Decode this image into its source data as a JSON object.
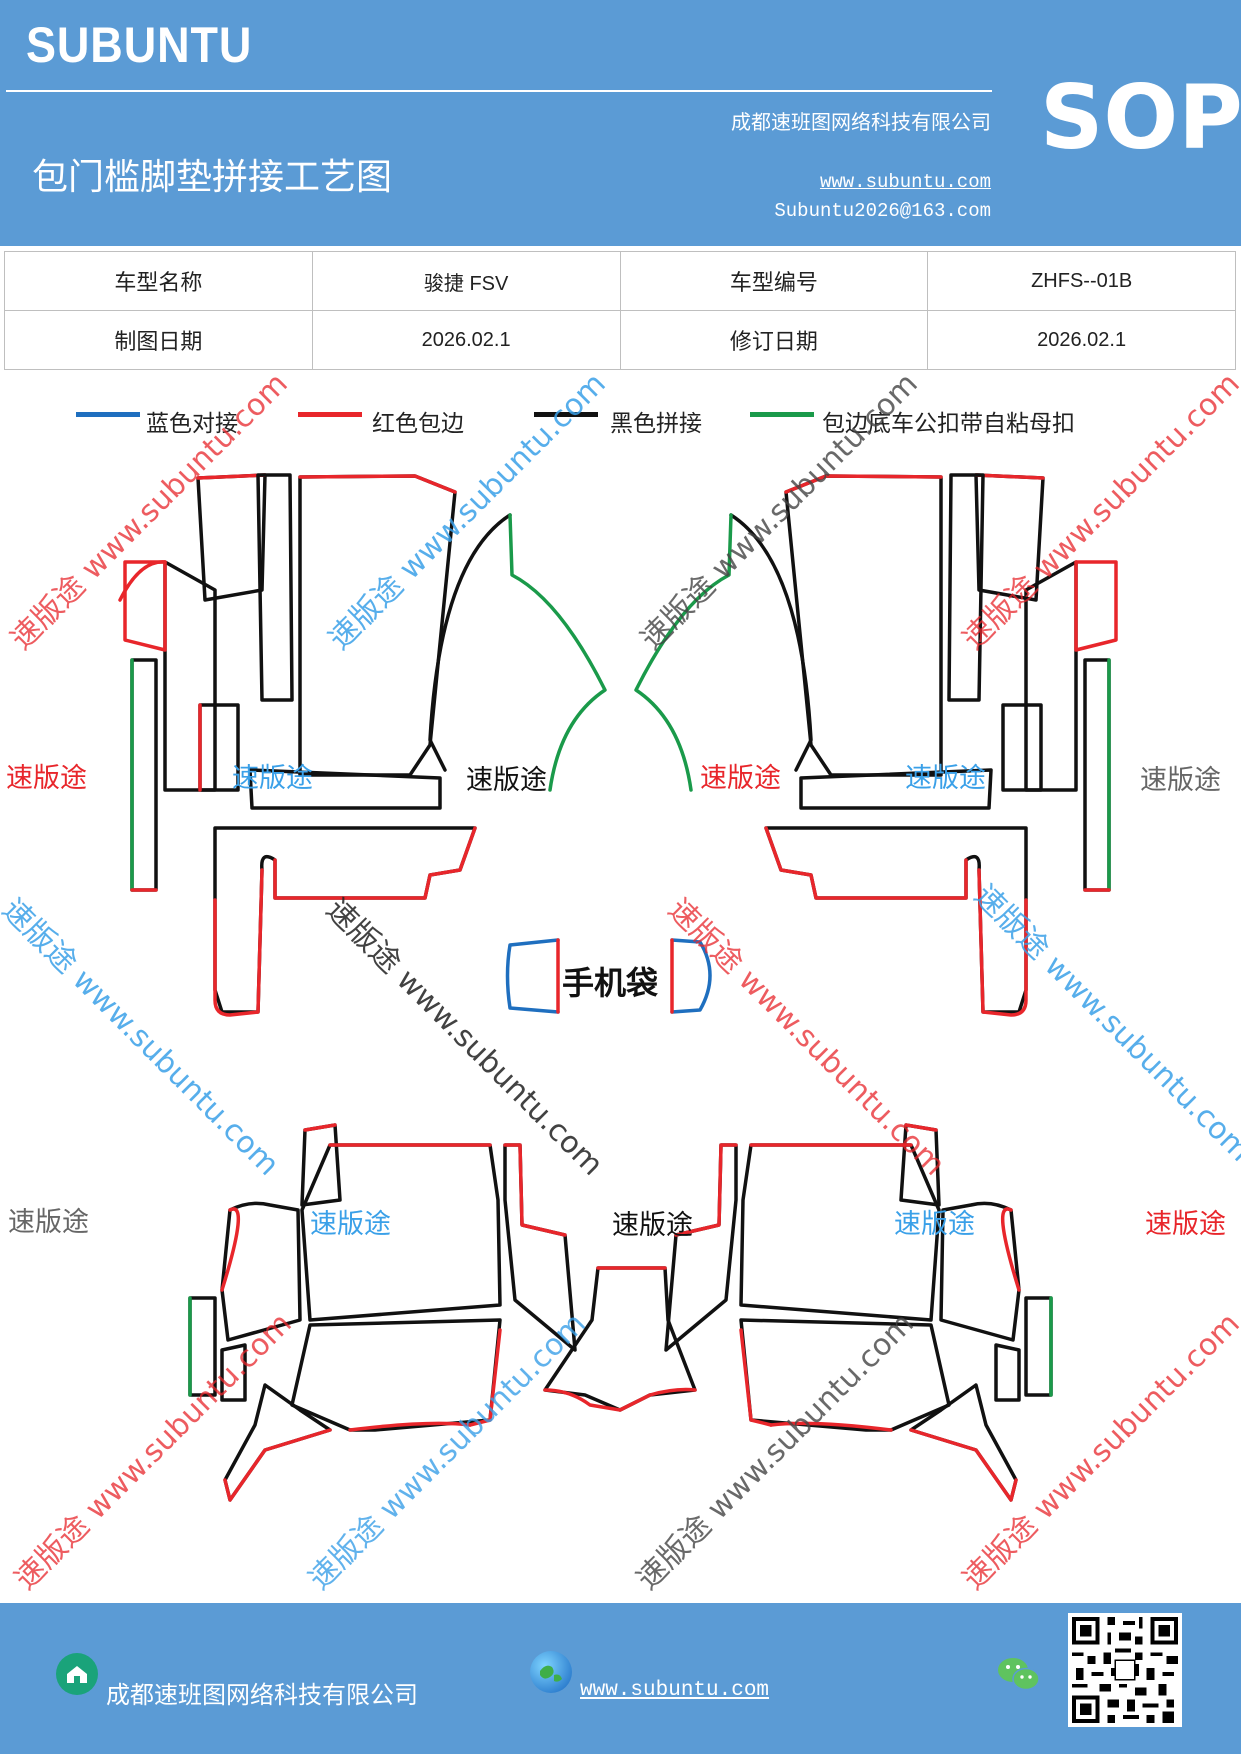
{
  "header": {
    "brand": "SUBUNTU",
    "doc_type": "SOP",
    "company": "成都速班图网络科技有限公司",
    "title": "包门槛脚垫拼接工艺图",
    "url": "www.subuntu.com",
    "email": "Subuntu2026@163.com"
  },
  "info_table": {
    "rows": [
      [
        "车型名称",
        "骏捷 FSV",
        "车型编号",
        "ZHFS--01B"
      ],
      [
        "制图日期",
        "2026.02.1",
        "修订日期",
        "2026.02.1"
      ]
    ]
  },
  "legend": [
    {
      "label": "蓝色对接",
      "color": "#1f6fbf"
    },
    {
      "label": "红色包边",
      "color": "#e8262b"
    },
    {
      "label": "黑色拼接",
      "color": "#111111"
    },
    {
      "label": "包边底车公扣带自粘母扣",
      "color": "#1a9a4a"
    }
  ],
  "watermark": {
    "brand_cn": "速版途",
    "domain": "www.subuntu.com"
  },
  "center_label": "手机袋",
  "footer": {
    "company": "成都速班图网络科技有限公司",
    "url": "www.subuntu.com"
  },
  "colors": {
    "header_bg": "#5b9bd5",
    "blue": "#1f6fbf",
    "red": "#e8262b",
    "black": "#111111",
    "green": "#1a9a4a",
    "watermark_blue": "#3aa0e8",
    "watermark_red": "#e8262b",
    "watermark_gray": "#666666"
  },
  "icons": [
    "home-icon",
    "globe-icon",
    "wechat-icon",
    "qr-code"
  ]
}
